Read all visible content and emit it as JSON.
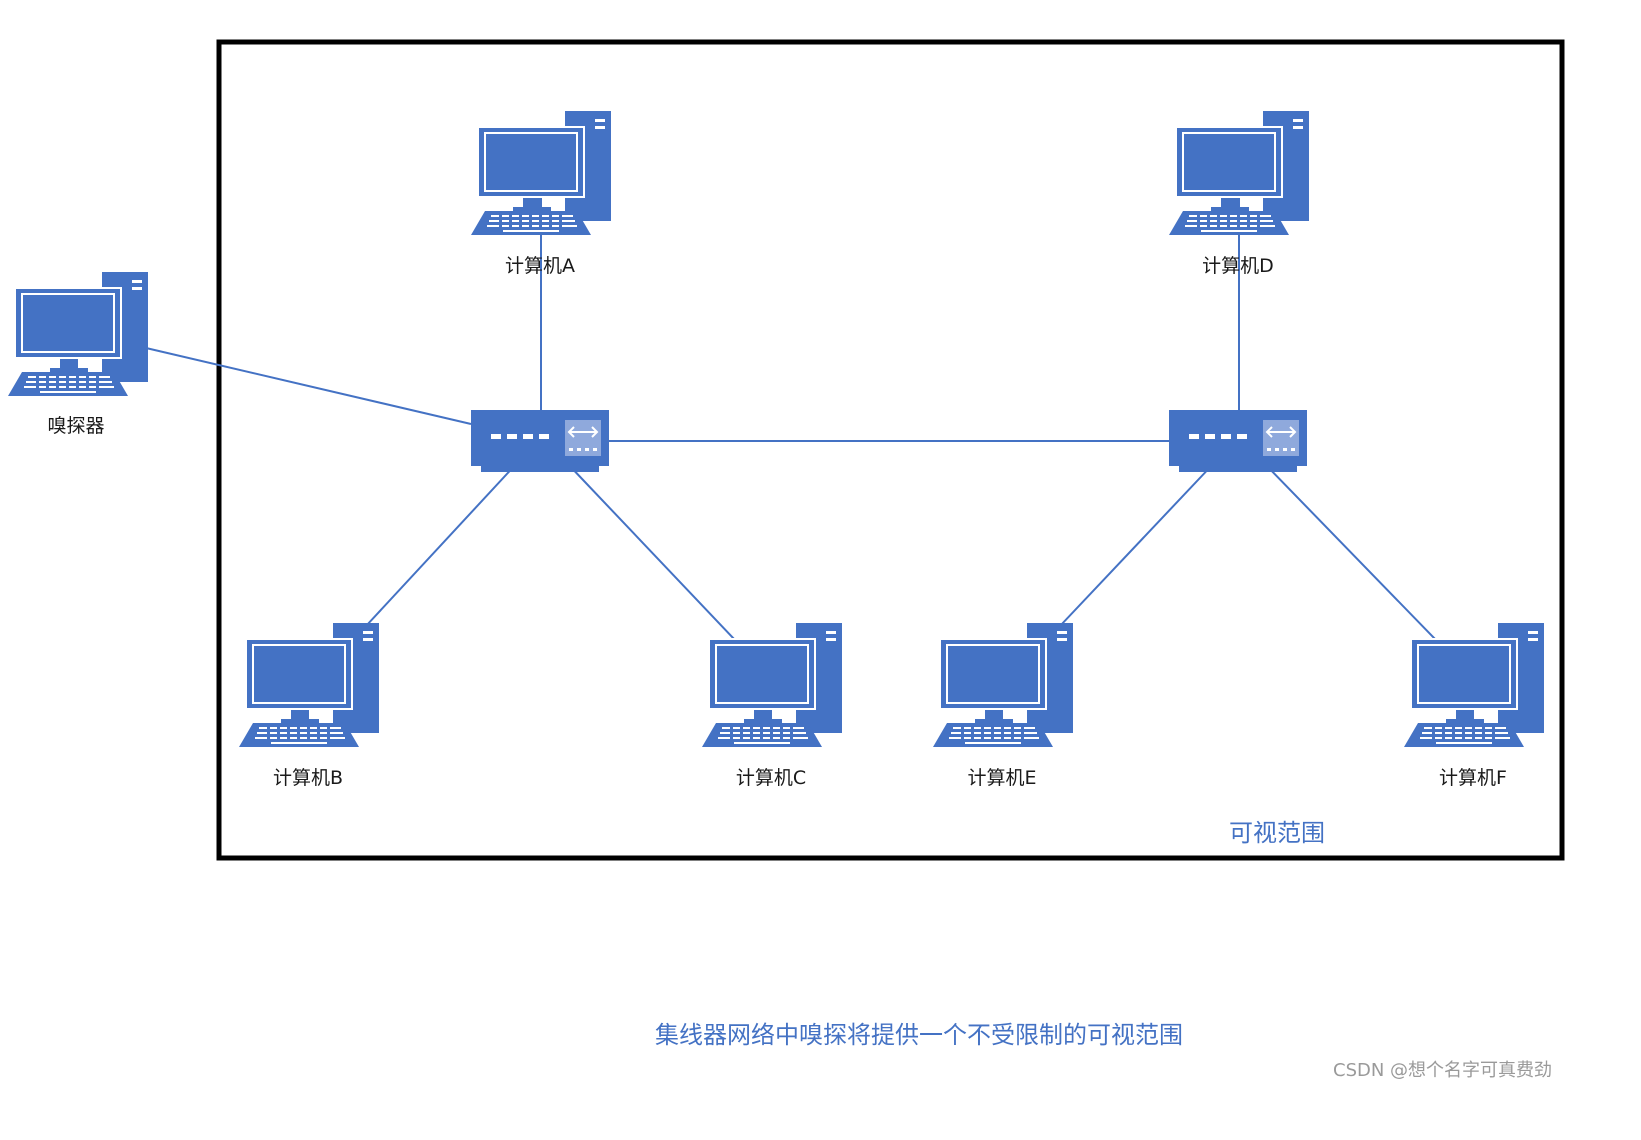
{
  "colors": {
    "device": "#4472c4",
    "device_light": "#8fa9dc",
    "link": "#4472c4",
    "frame": "#000000",
    "caption": "#4472c4"
  },
  "region": {
    "label": "可视范围"
  },
  "caption": "集线器网络中嗅探将提供一个不受限制的可视范围",
  "watermark": "CSDN @想个名字可真费劲",
  "nodes": {
    "sniffer": {
      "label": "嗅探器",
      "icon": "desktop-computer-icon"
    },
    "pc_a": {
      "label": "计算机A",
      "icon": "desktop-computer-icon"
    },
    "pc_b": {
      "label": "计算机B",
      "icon": "desktop-computer-icon"
    },
    "pc_c": {
      "label": "计算机C",
      "icon": "desktop-computer-icon"
    },
    "pc_d": {
      "label": "计算机D",
      "icon": "desktop-computer-icon"
    },
    "pc_e": {
      "label": "计算机E",
      "icon": "desktop-computer-icon"
    },
    "pc_f": {
      "label": "计算机F",
      "icon": "desktop-computer-icon"
    },
    "hub_left": {
      "label": "",
      "icon": "hub-icon"
    },
    "hub_right": {
      "label": "",
      "icon": "hub-icon"
    }
  },
  "links": [
    [
      "sniffer",
      "hub_left"
    ],
    [
      "pc_a",
      "hub_left"
    ],
    [
      "hub_left",
      "pc_b"
    ],
    [
      "hub_left",
      "pc_c"
    ],
    [
      "hub_left",
      "hub_right"
    ],
    [
      "pc_d",
      "hub_right"
    ],
    [
      "hub_right",
      "pc_e"
    ],
    [
      "hub_right",
      "pc_f"
    ]
  ]
}
